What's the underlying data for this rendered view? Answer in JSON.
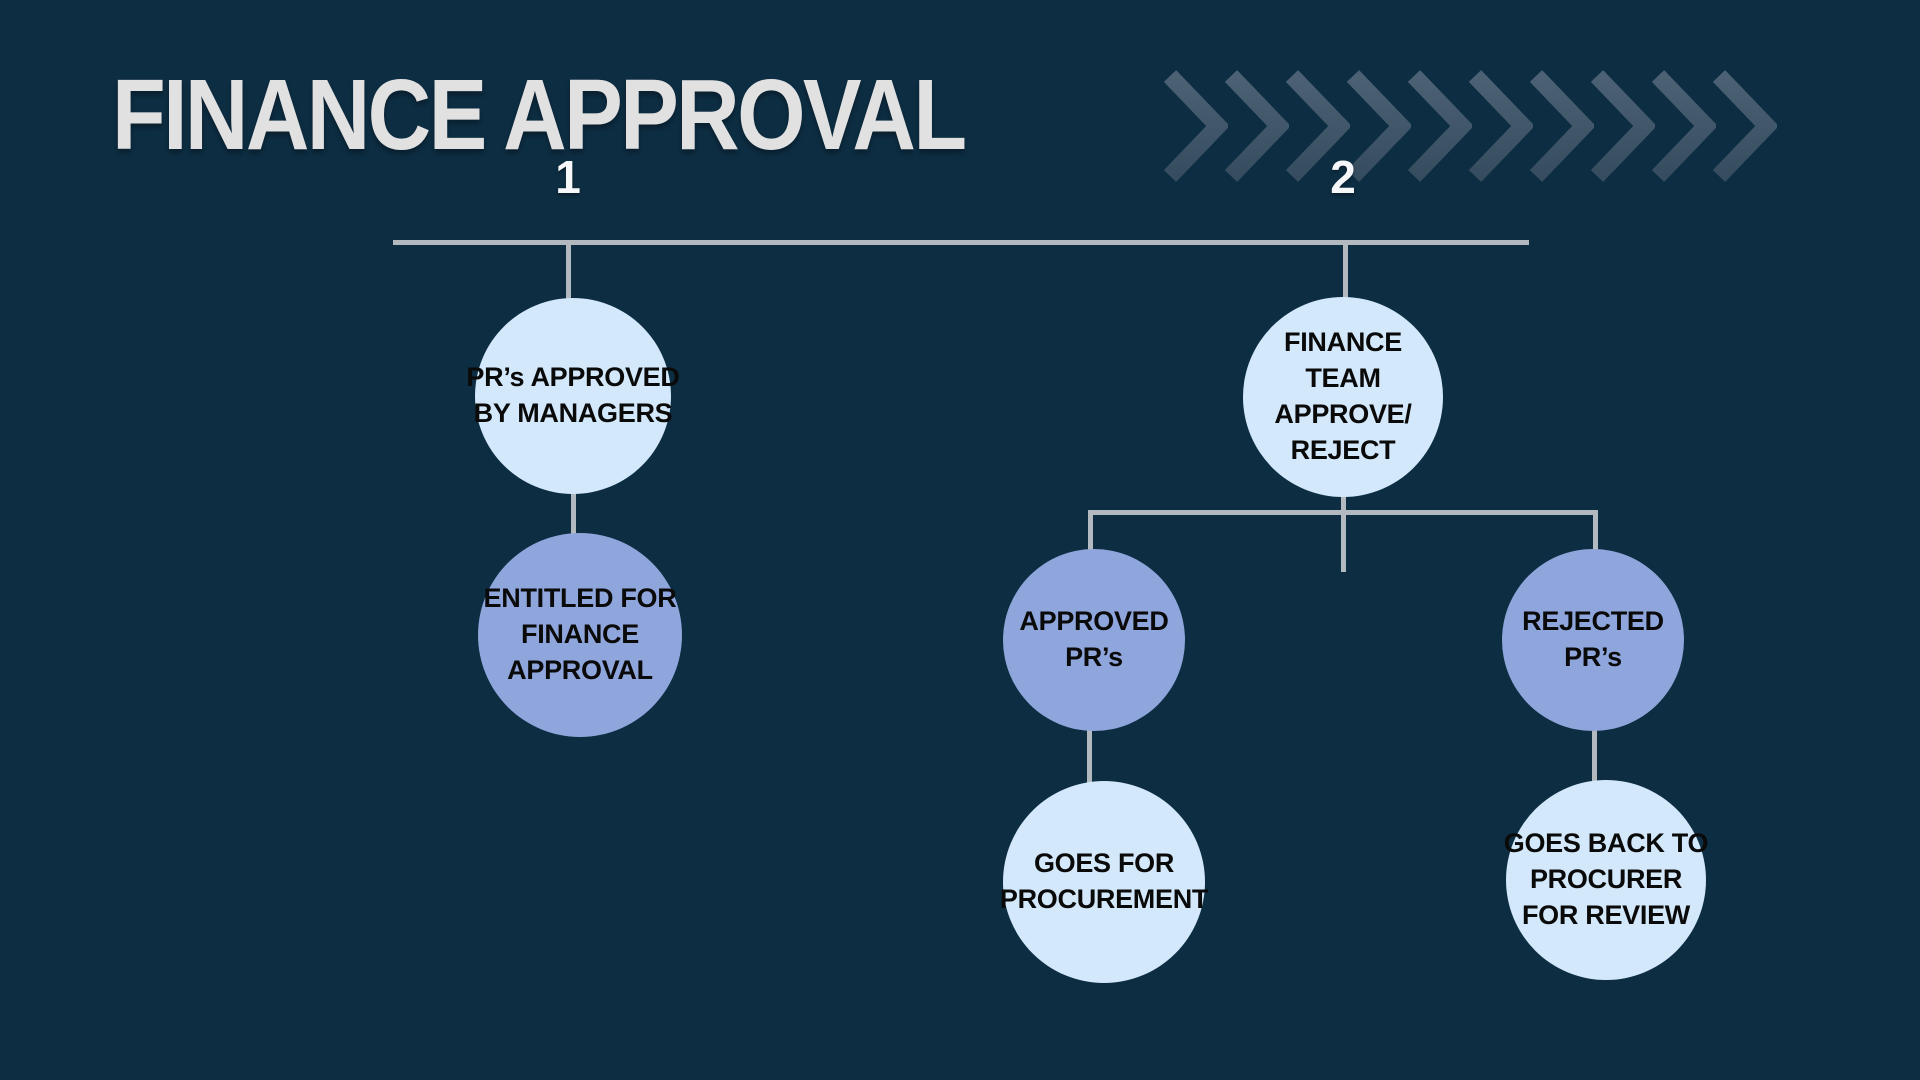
{
  "page": {
    "title": "FINANCE APPROVAL"
  },
  "timeline": {
    "step1": "1",
    "step2": "2"
  },
  "nodes": {
    "a1": {
      "label": "PR’s APPROVED\nBY MANAGERS",
      "variant": "light-blue"
    },
    "a2": {
      "label": "ENTITLED FOR\nFINANCE\nAPPROVAL",
      "variant": "periwinkle"
    },
    "b1": {
      "label": "FINANCE\nTEAM\nAPPROVE/\nREJECT",
      "variant": "light-blue"
    },
    "b2a": {
      "label": "APPROVED\nPR’s",
      "variant": "periwinkle"
    },
    "b2b": {
      "label": "REJECTED\nPR’s",
      "variant": "periwinkle"
    },
    "b3a": {
      "label": "GOES FOR\nPROCUREMENT",
      "variant": "light-blue"
    },
    "b3b": {
      "label": "GOES BACK TO\nPROCURER\nFOR REVIEW",
      "variant": "light-blue"
    }
  },
  "decoration": {
    "chevron_count": 10
  },
  "colors": {
    "background": "#0D2D42",
    "title_text": "#E1E1E2",
    "chevron": "#42586B",
    "connector": "#B2B9BF",
    "step_number": "#F6F7F8",
    "light_circle": "#D3E8FA",
    "periwinkle_circle": "#8FA6DC",
    "circle_text": "#0A0A0A"
  }
}
